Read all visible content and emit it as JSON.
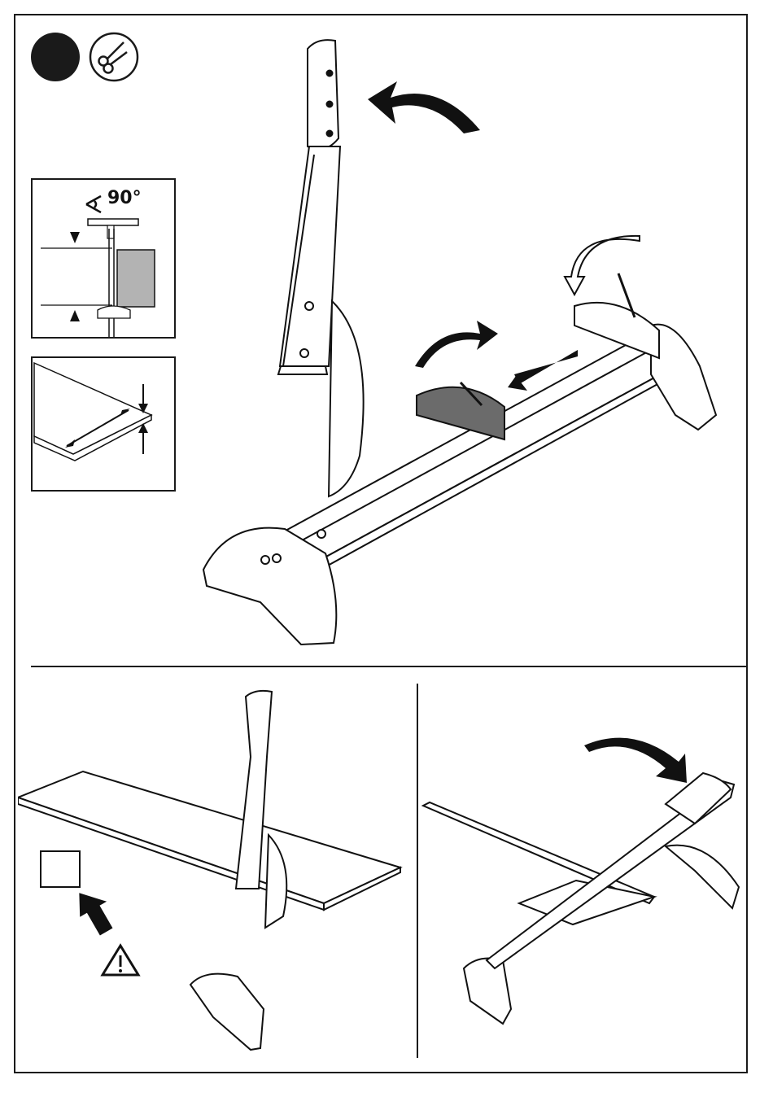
{
  "page": {
    "title": "",
    "step_badge": {
      "icon": "scissors-icon"
    }
  },
  "inset_square": {
    "angle_label": "90°",
    "icon": "angle-icon"
  },
  "inset_thickness": {
    "icon": "board-thickness-icon"
  },
  "panels": {
    "top": {
      "illustration": "adjust-stops-illustration",
      "arrows": [
        "lift-handle-arrow",
        "rotate-stop-arrow",
        "slide-direction-arrow",
        "rotate-back-arrow"
      ]
    },
    "bottom_left": {
      "illustration": "place-board-illustration",
      "warning_icon": "warning-icon"
    },
    "bottom_right": {
      "illustration": "cut-board-illustration",
      "arrow": "press-down-arrow"
    }
  },
  "colors": {
    "ink": "#1a1a1a",
    "gray_fill": "#b3b3b3",
    "dark_fill": "#6b6b6b",
    "black": "#111111"
  }
}
